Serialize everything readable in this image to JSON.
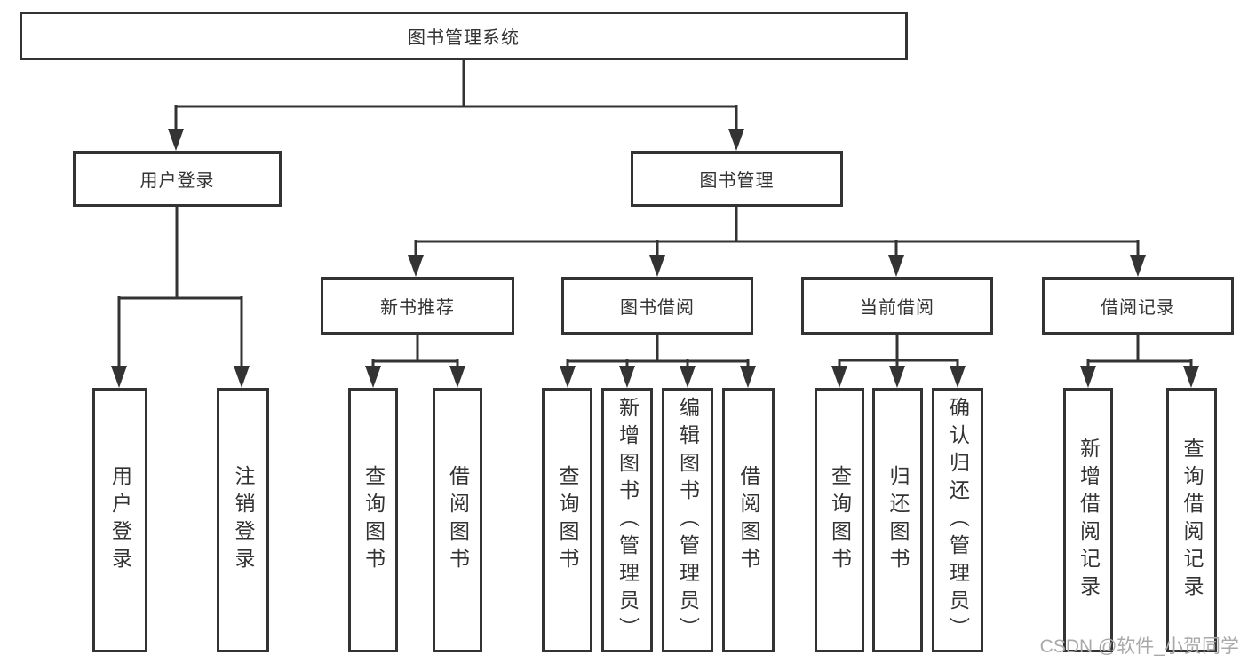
{
  "nodes": {
    "root": "图书管理系统",
    "user_login": "用户登录",
    "book_mgmt": "图书管理",
    "new_rec": "新书推荐",
    "book_borrow": "图书借阅",
    "cur_borrow": "当前借阅",
    "records": "借阅记录",
    "leaf_user_login": "用户登录",
    "leaf_logout": "注销登录",
    "leaf_query1": "查询图书",
    "leaf_borrow1": "借阅图书",
    "leaf_query2": "查询图书",
    "leaf_add_book": "新增图书（管理员）",
    "leaf_edit_book": "编辑图书（管理员）",
    "leaf_borrow2": "借阅图书",
    "leaf_query3": "查询图书",
    "leaf_return": "归还图书",
    "leaf_confirm": "确认归还（管理员）",
    "leaf_add_record": "新增借阅记录",
    "leaf_query_record": "查询借阅记录"
  },
  "watermark": "CSDN @软件_小贺同学",
  "colors": {
    "line": "#333333",
    "box_border": "#333333",
    "text": "#333333",
    "watermark": "#a9a9a9",
    "background": "#ffffff"
  }
}
